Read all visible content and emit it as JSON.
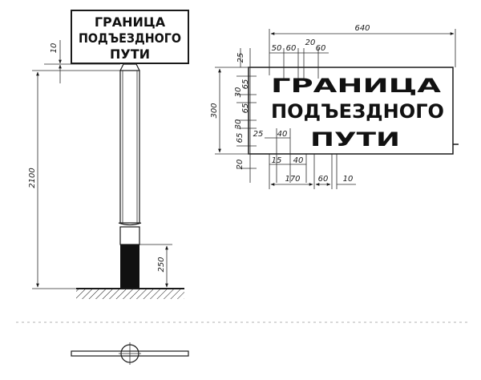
{
  "sign_small": {
    "line1": "ГРАНИЦА",
    "line2": "ПОДЪЕЗДНОГО",
    "line3": "ПУТИ"
  },
  "sign_large": {
    "line1": "ГРАНИЦА",
    "line2": "ПОДЪЕЗДНОГО",
    "line3": "ПУТИ"
  },
  "post_dims": {
    "gap": "10",
    "height": "2100",
    "base": "250"
  },
  "sign_dims": {
    "width": "640",
    "top_a": "50",
    "top_b": "60",
    "top_c": "20",
    "top_d": "60",
    "left_25": "25",
    "left_65a": "65",
    "left_30a": "30",
    "left_65b": "65",
    "left_30b": "30",
    "left_65c": "65",
    "left_300": "300",
    "left_20": "20",
    "in_25": "25",
    "in_40a": "40",
    "in_15": "15",
    "in_40b": "40",
    "bot_170": "170",
    "bot_60": "60",
    "bot_10": "10"
  }
}
